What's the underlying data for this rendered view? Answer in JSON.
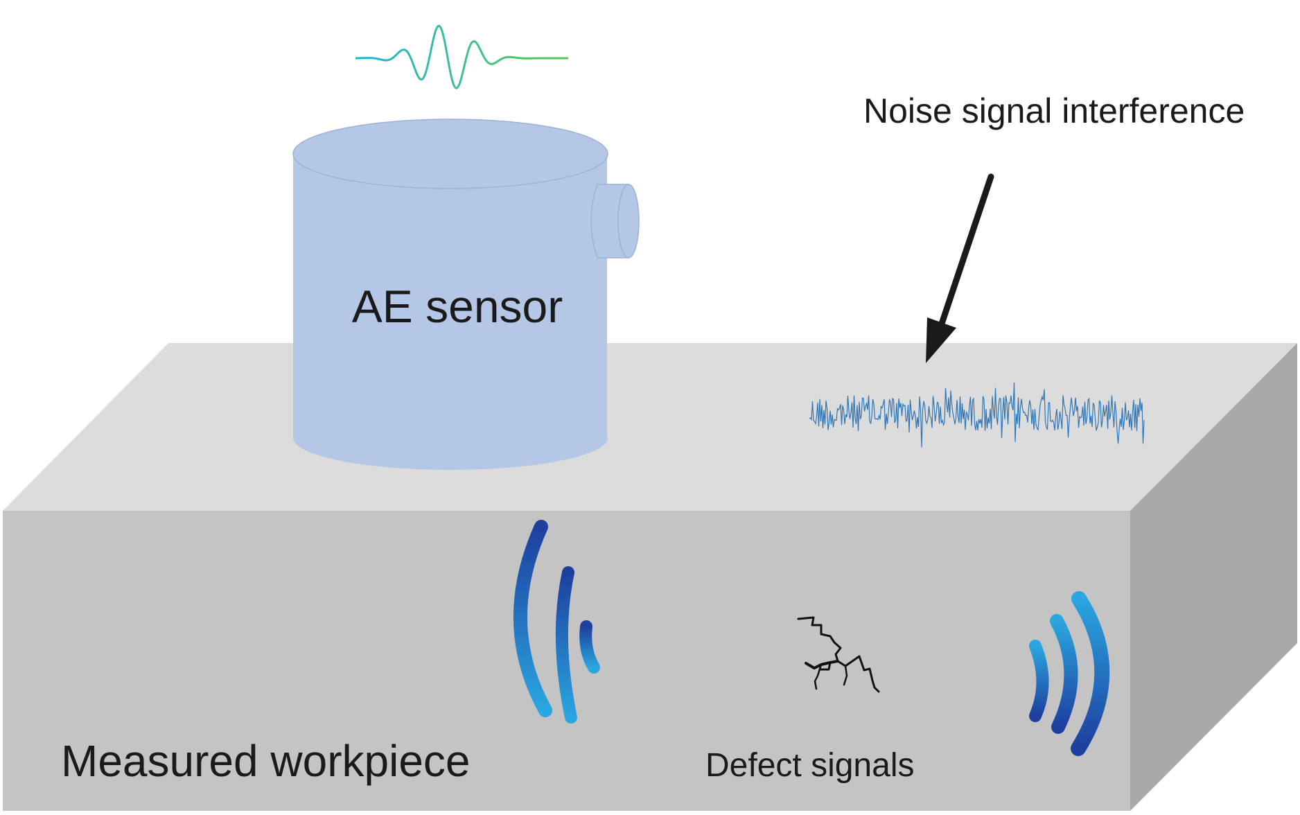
{
  "labels": {
    "sensor": "AE sensor",
    "noise": "Noise signal interference",
    "workpiece": "Measured workpiece",
    "defect": "Defect signals"
  },
  "colors": {
    "block_top": "#dcdcdc",
    "block_front": "#c4c4c4",
    "block_side": "#a9a9a9",
    "sensor_body": "#b4c7e7",
    "noise_waveform": "#2e75b6",
    "ae_wave_start": "#1fb5d6",
    "ae_wave_end": "#5cc94f",
    "signal_arcs_dark": "#1d3f9e",
    "signal_arcs_light": "#2aa6e0",
    "crack": "#111111",
    "arrow": "#1a1a1a"
  },
  "icons": [
    "ae-waveform-icon",
    "crack-icon",
    "signal-waves-left-icon",
    "signal-waves-right-icon",
    "arrow-icon"
  ]
}
